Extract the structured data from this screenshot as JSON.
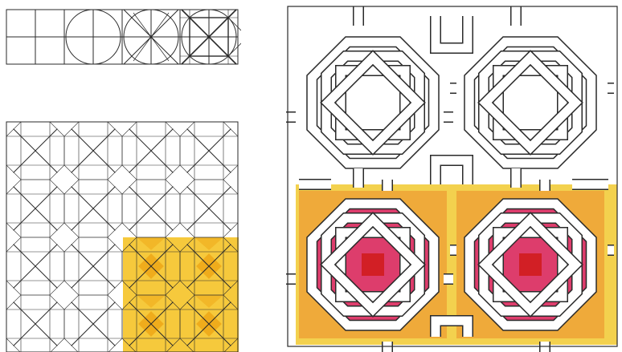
{
  "figure": {
    "panels": [
      {
        "id": "construction-steps",
        "description_icon": "geometric-construction-icon"
      },
      {
        "id": "octagram-grid",
        "description_icon": "star-grid-icon"
      },
      {
        "id": "interlaced-knot-pattern",
        "description_icon": "knot-pattern-icon"
      }
    ],
    "colors": {
      "line": "#2a2a2a",
      "grid_highlight_light": "#f6c93c",
      "grid_highlight_dark": "#eda514",
      "knot_band_yellow": "#f3d14e",
      "knot_band_orange": "#eb8b2a",
      "knot_pink": "#dd3d6c",
      "knot_red": "#d21f25",
      "paper": "#ffffff"
    }
  }
}
